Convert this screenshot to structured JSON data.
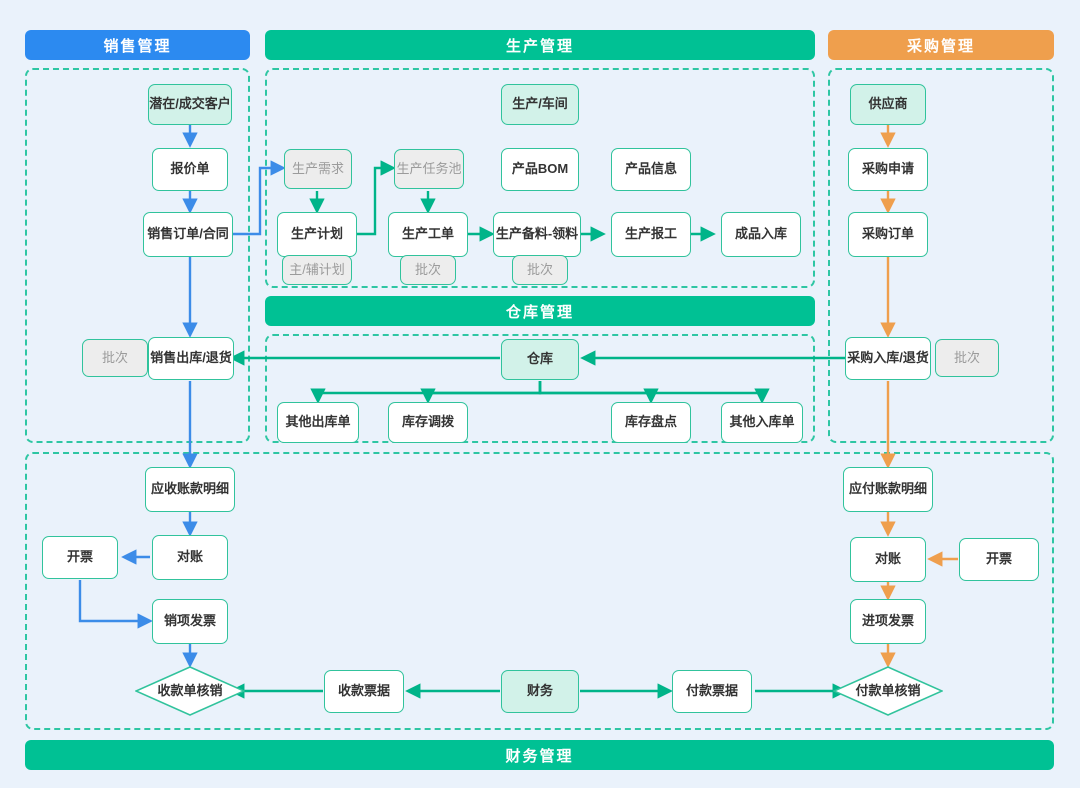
{
  "sections": {
    "sales": {
      "label": "销售管理",
      "color": "#2c8af0"
    },
    "production": {
      "label": "生产管理",
      "color": "#00c194"
    },
    "purchase": {
      "label": "采购管理",
      "color": "#ef9f4d"
    },
    "warehouse": {
      "label": "仓库管理",
      "color": "#00c194"
    },
    "finance": {
      "label": "财务管理",
      "color": "#00c194"
    }
  },
  "nodes": {
    "customer": "潜在/成交客户",
    "quotation": "报价单",
    "sales_order": "销售订单/合同",
    "sales_batch": "批次",
    "sales_out": "销售出库/退货",
    "prod_demand": "生产需求",
    "prod_plan": "生产计划",
    "prod_plan_tag": "主/辅计划",
    "task_pool": "生产任务池",
    "work_order": "生产工单",
    "work_order_tag": "批次",
    "prep_material": "生产备料-领料",
    "prep_tag": "批次",
    "prod_report": "生产报工",
    "finish_in": "成品入库",
    "workshop": "生产/车间",
    "product_bom": "产品BOM",
    "product_info": "产品信息",
    "supplier": "供应商",
    "purchase_req": "采购申请",
    "purchase_order": "采购订单",
    "purchase_in": "采购入库/退货",
    "purchase_batch": "批次",
    "warehouse": "仓库",
    "other_out": "其他出库单",
    "stock_transfer": "库存调拨",
    "stock_count": "库存盘点",
    "other_in": "其他入库单",
    "ar_detail": "应收账款明细",
    "ar_recon": "对账",
    "ar_invoice_btn": "开票",
    "sales_invoice": "销项发票",
    "receipt_clear": "收款单核销",
    "receipt_doc": "收款票据",
    "finance": "财务",
    "payment_doc": "付款票据",
    "payment_clear": "付款单核销",
    "ap_detail": "应付账款明细",
    "ap_recon": "对账",
    "ap_invoice_btn": "开票",
    "input_invoice": "进项发票"
  },
  "colors": {
    "blue_arrow": "#3c8ce8",
    "green_arrow": "#00b489",
    "orange_arrow": "#ef9f4d",
    "node_border": "#31c39c",
    "mint_fill": "#d2f2e9",
    "grey_fill": "#ededed",
    "dashed_border": "#2ec6a3",
    "page_bg": "#eaf2fb"
  }
}
